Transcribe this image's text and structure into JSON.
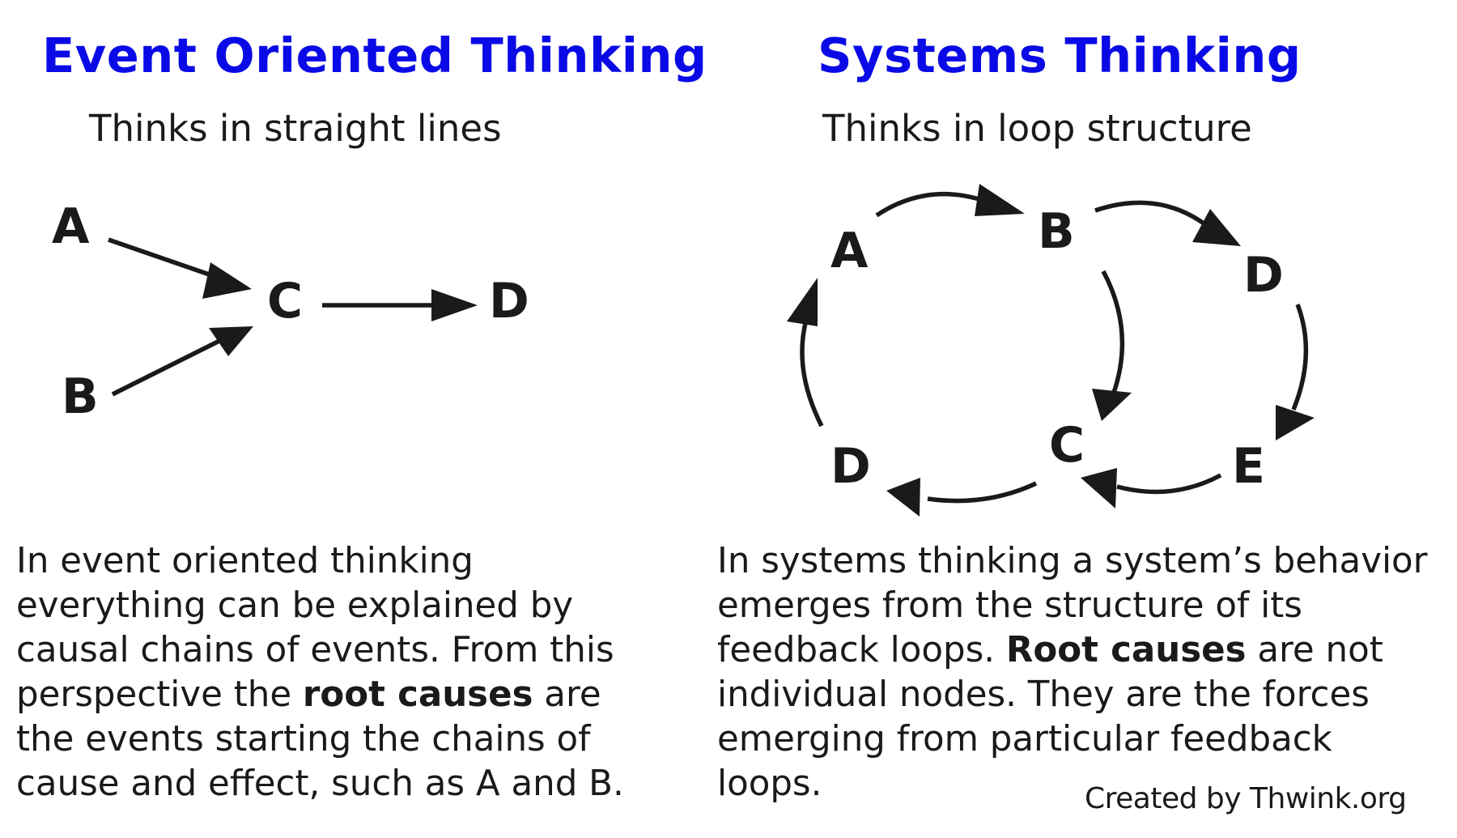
{
  "colors": {
    "title": "#0a0ae6",
    "text": "#1a1a1a",
    "arrow": "#1a1a1a"
  },
  "left": {
    "title": "Event Oriented Thinking",
    "subtitle": "Thinks in straight lines",
    "nodes": {
      "a": "A",
      "b": "B",
      "c": "C",
      "d": "D"
    },
    "description": {
      "part1": "In event oriented thinking everything can be explained by causal chains of events. From this perspective the ",
      "bold": "root causes",
      "part2": " are the events starting the chains of cause and effect, such as A and B."
    }
  },
  "right": {
    "title": "Systems Thinking",
    "subtitle": "Thinks in loop structure",
    "nodes": {
      "a": "A",
      "b": "B",
      "c": "C",
      "d_top": "D",
      "d_bottom": "D",
      "e": "E"
    },
    "description": {
      "part1": "In systems thinking a system’s behavior emerges from the structure of its feedback loops. ",
      "bold": "Root causes",
      "part2": " are not individual nodes. They are the forces emerging from particular feedback loops."
    }
  },
  "credit": "Created by Thwink.org"
}
